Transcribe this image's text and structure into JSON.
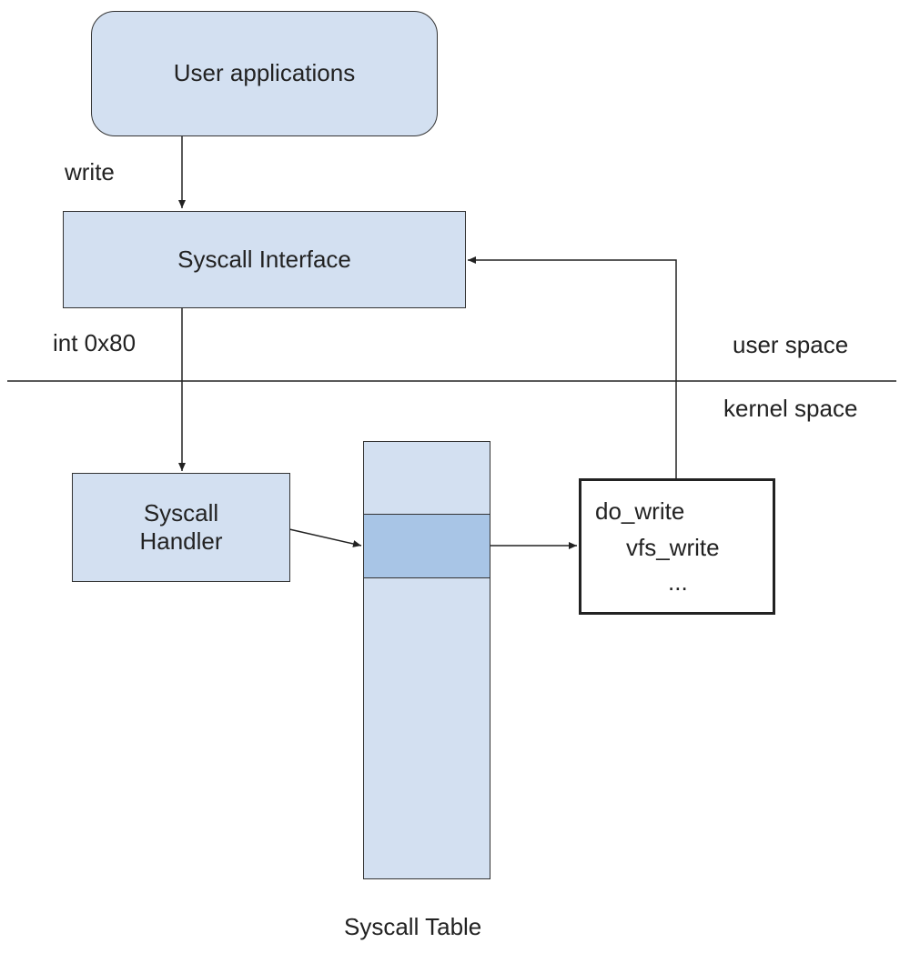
{
  "boxes": {
    "user_applications": "User applications",
    "syscall_interface": "Syscall Interface",
    "syscall_handler_line1": "Syscall",
    "syscall_handler_line2": "Handler",
    "kernel_functions": [
      "do_write",
      "vfs_write",
      "..."
    ]
  },
  "labels": {
    "write": "write",
    "int": "int 0x80",
    "user_space": "user space",
    "kernel_space": "kernel space",
    "syscall_table": "Syscall Table"
  },
  "colors": {
    "box_fill": "#d3e0f1",
    "highlight_fill": "#a8c5e6",
    "line": "#222222"
  }
}
